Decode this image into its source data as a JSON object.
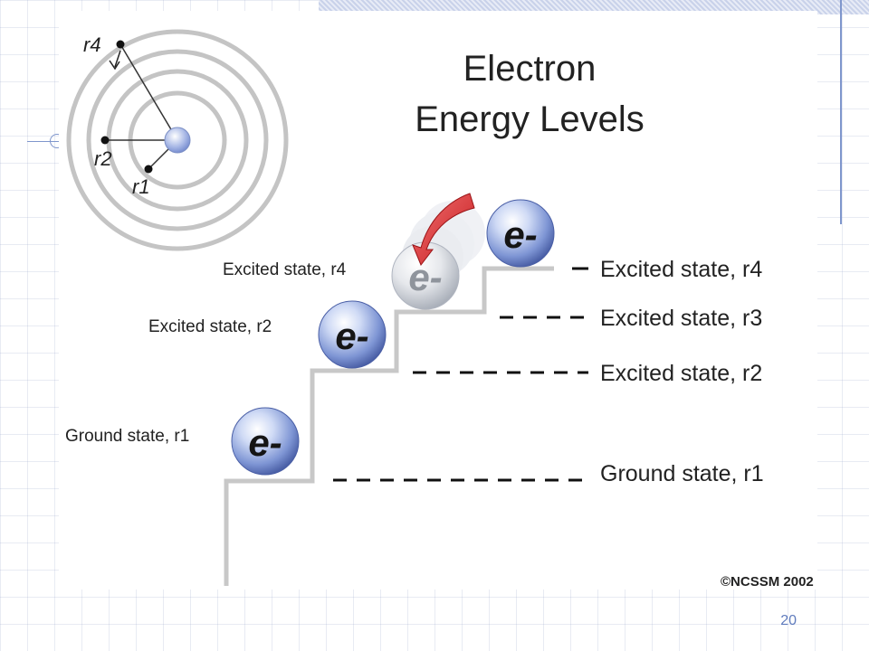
{
  "title": {
    "line1": "Electron",
    "line2": "Energy Levels"
  },
  "orbit_labels": {
    "r4": "r4",
    "r2": "r2",
    "r1": "r1"
  },
  "electron_symbol": "e-",
  "left_labels": {
    "excited_r4": "Excited state, r4",
    "excited_r2": "Excited state, r2",
    "ground_r1": "Ground state, r1"
  },
  "right_labels": {
    "excited_r4": "Excited state, r4",
    "excited_r3": "Excited state, r3",
    "excited_r2": "Excited state, r2",
    "ground_r1": "Ground state, r1"
  },
  "copyright": "©NCSSM 2002",
  "slide_number": "20",
  "colors": {
    "electron_blue": "#6f86cc",
    "electron_faded": "#c4c9d2",
    "arrow_red": "#d8262a",
    "stair_gray": "#c8c8c8",
    "slide_number": "#5f7bbd"
  }
}
